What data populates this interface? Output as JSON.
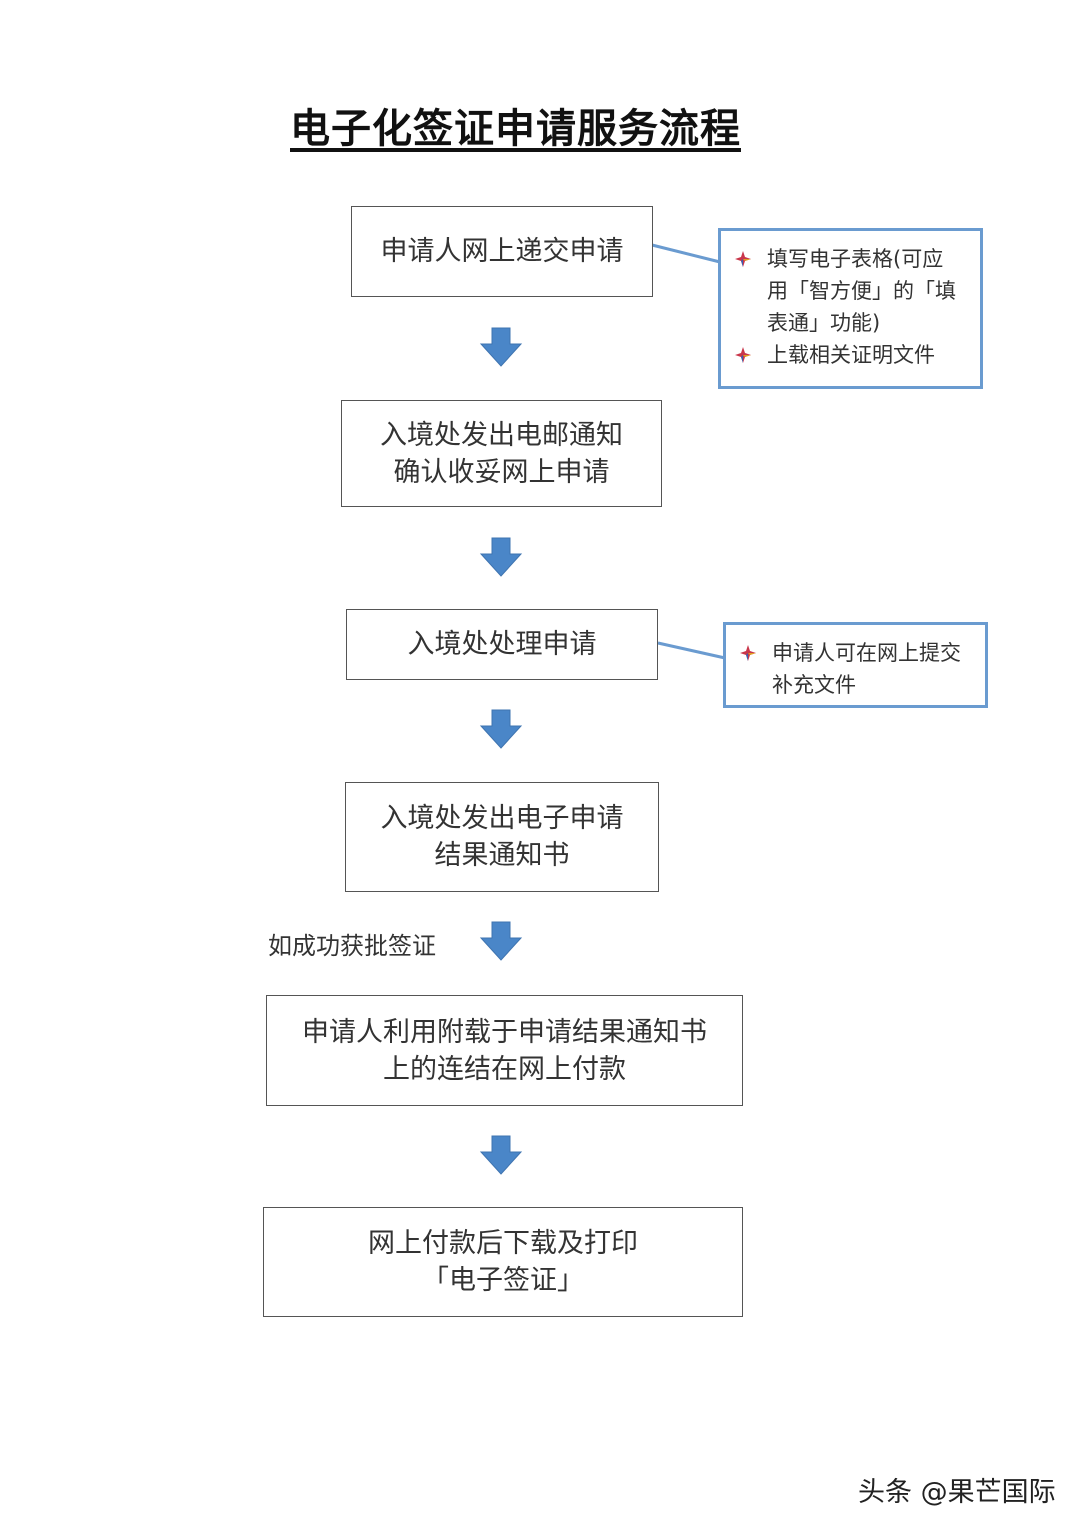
{
  "title": "电子化签证申请服务流程",
  "steps": [
    {
      "lines": [
        "申请人网上递交申请"
      ]
    },
    {
      "lines": [
        "入境处发出电邮通知",
        "确认收妥网上申请"
      ]
    },
    {
      "lines": [
        "入境处处理申请"
      ]
    },
    {
      "lines": [
        "入境处发出电子申请",
        "结果通知书"
      ]
    },
    {
      "lines": [
        "申请人利用附载于申请结果通知书",
        "上的连结在网上付款"
      ]
    },
    {
      "lines": [
        "网上付款后下载及打印",
        "「电子签证」"
      ]
    }
  ],
  "notes": [
    {
      "items": [
        {
          "lines": [
            "填写电子表格(可应",
            "用「智方便」的「填",
            "表通」功能)"
          ]
        },
        {
          "lines": [
            "上载相关证明文件"
          ]
        }
      ]
    },
    {
      "items": [
        {
          "lines": [
            "申请人可在网上提交",
            "补充文件"
          ]
        }
      ]
    }
  ],
  "condition_label": "如成功获批签证",
  "watermark": "头条 @果芒国际",
  "colors": {
    "arrow": "#4a86c8",
    "note_border": "#6a9bd0",
    "box_border": "#555555"
  }
}
